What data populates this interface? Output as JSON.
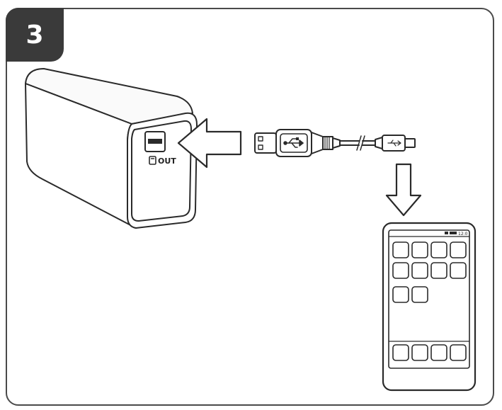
{
  "step": {
    "number": "3"
  },
  "power_bank": {
    "port_label": "OUT"
  },
  "phone": {
    "status_time": "12:0"
  }
}
